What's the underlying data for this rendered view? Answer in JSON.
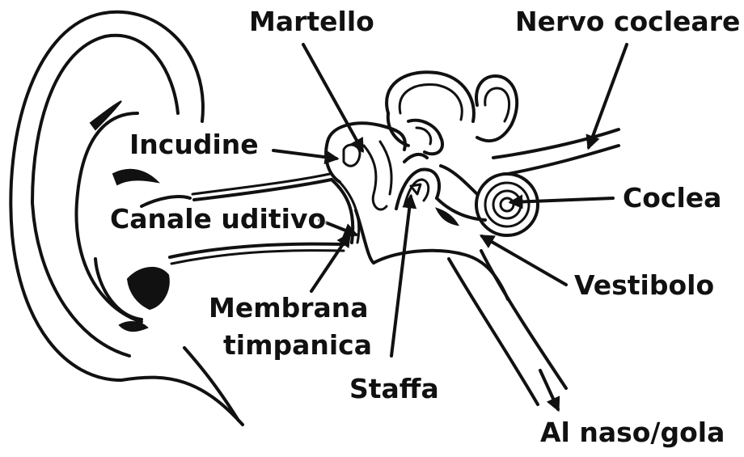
{
  "labels": {
    "martello": "Martello",
    "nervo_cocleare": "Nervo cocleare",
    "incudine": "Incudine",
    "coclea": "Coclea",
    "canale_uditivo": "Canale uditivo",
    "vestibolo": "Vestibolo",
    "membrana_line1": "Membrana",
    "membrana_line2": "timpanica",
    "staffa": "Staffa",
    "al_naso_gola": "Al naso/gola"
  }
}
